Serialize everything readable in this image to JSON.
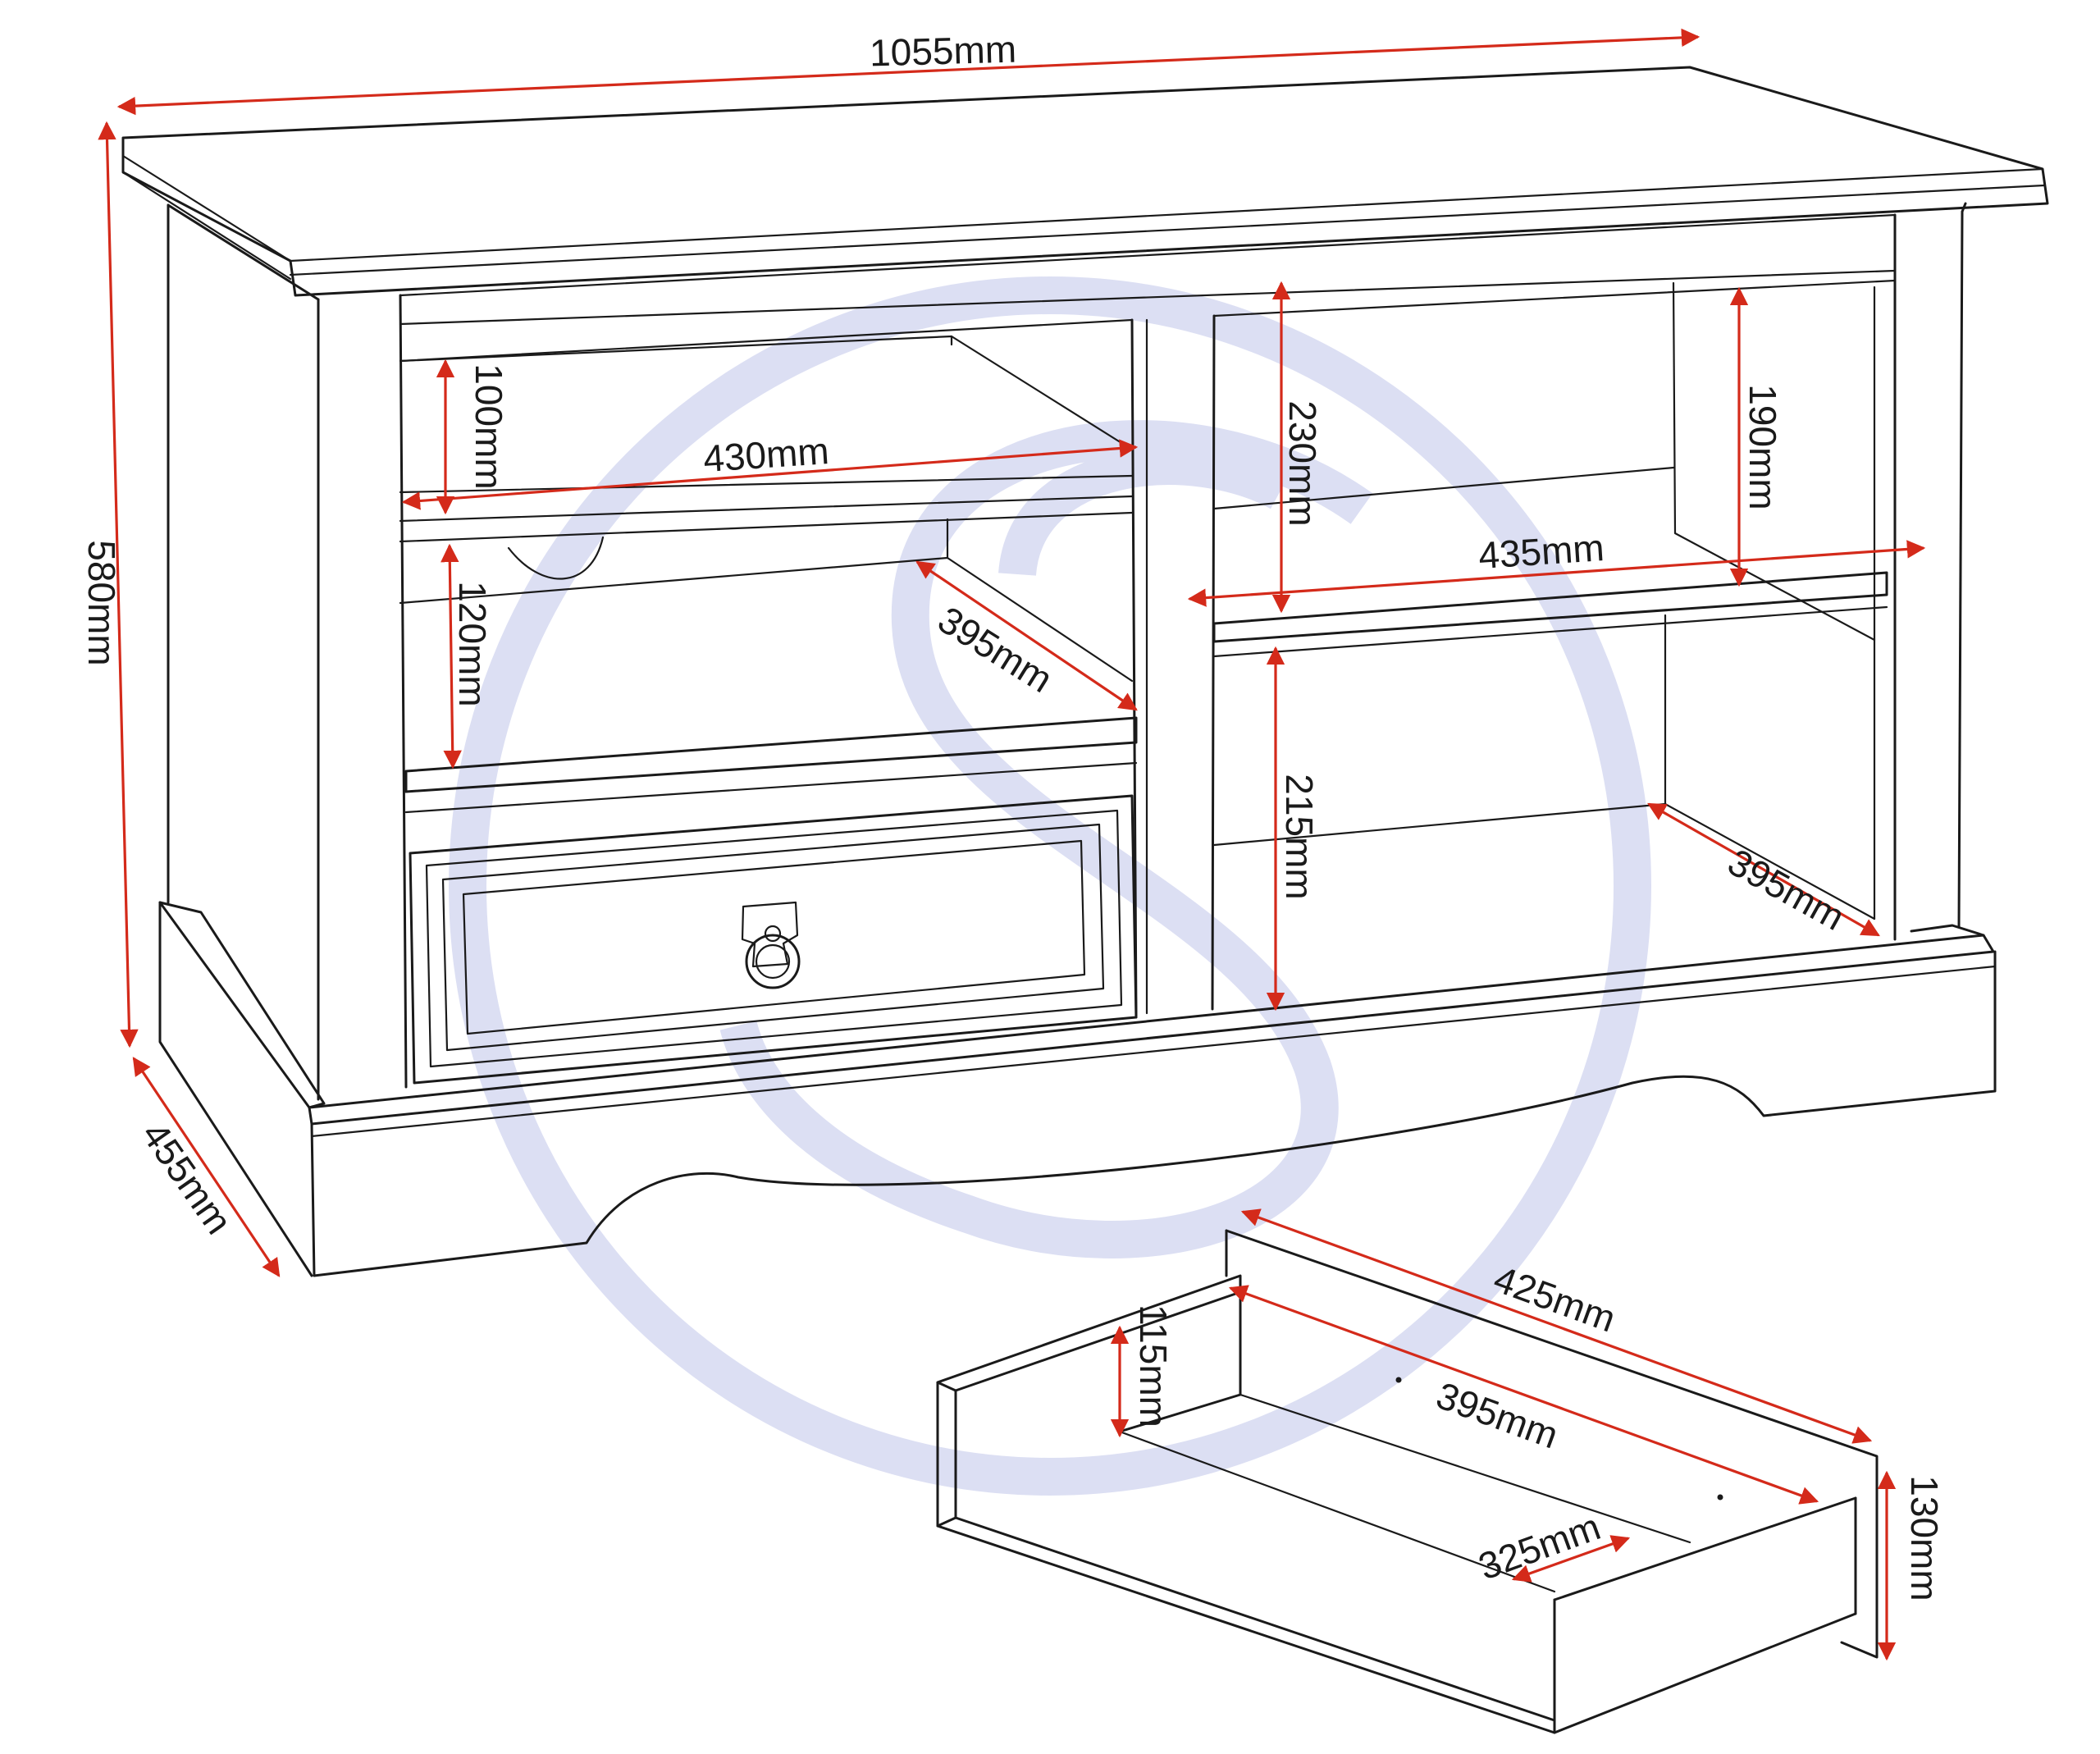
{
  "dimensions": {
    "overall_width": "1055mm",
    "overall_height": "580mm",
    "overall_depth": "455mm",
    "top_left_shelf_height": "100mm",
    "left_shelf_width": "430mm",
    "middle_left_shelf_height": "120mm",
    "left_shelf_depth": "395mm",
    "top_right_opening_height": "230mm",
    "right_shelf_height": "190mm",
    "right_shelf_width": "435mm",
    "bottom_right_opening_height": "215mm",
    "right_shelf_depth": "395mm",
    "drawer_outer_length": "425mm",
    "drawer_inner_length": "395mm",
    "drawer_inner_height": "115mm",
    "drawer_front_height": "130mm",
    "drawer_inner_width": "325mm"
  },
  "colors": {
    "line": "#1a1a1a",
    "dimension_arrow": "#d42a1a",
    "watermark": "#dcdff3"
  }
}
